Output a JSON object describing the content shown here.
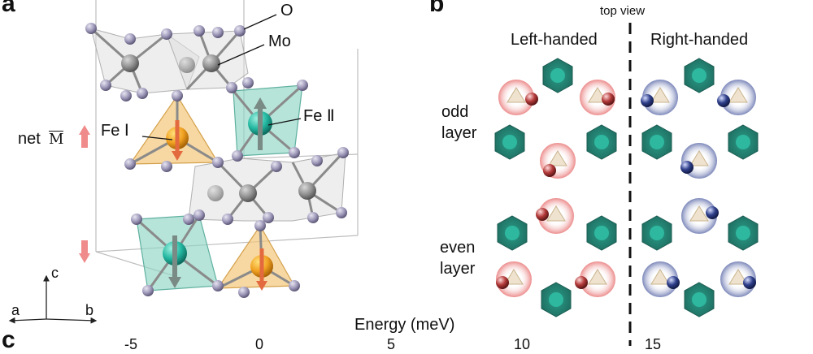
{
  "panel_a": {
    "letter": "a",
    "atom_labels": {
      "o": "O",
      "mo": "Mo",
      "fe1": "Fe Ⅰ",
      "fe2": "Fe Ⅱ"
    },
    "net_m": "net",
    "m_symbol": "M",
    "axes": {
      "c": "c",
      "a": "a",
      "b": "b"
    }
  },
  "panel_b": {
    "letter": "b",
    "top_view": "top view",
    "left_handed": "Left-handed",
    "right_handed": "Right-handed",
    "odd_layer": [
      "odd",
      "layer"
    ],
    "even_layer": [
      "even",
      "layer"
    ]
  },
  "panel_c": {
    "letter": "c",
    "axis_title": "Energy (meV)",
    "ticks": [
      "-5",
      "0",
      "5",
      "10",
      "15"
    ]
  },
  "colors": {
    "fe1_orange": "#f0a020",
    "fe2_teal": "#22b7a0",
    "octahedron": "#3f9481",
    "o_atom": "#9b95b6",
    "mo_atom": "#8e8e8e",
    "arrow_red": "#f08b8b",
    "left_red": "#e24b4b",
    "right_blue": "#3d4e98"
  }
}
